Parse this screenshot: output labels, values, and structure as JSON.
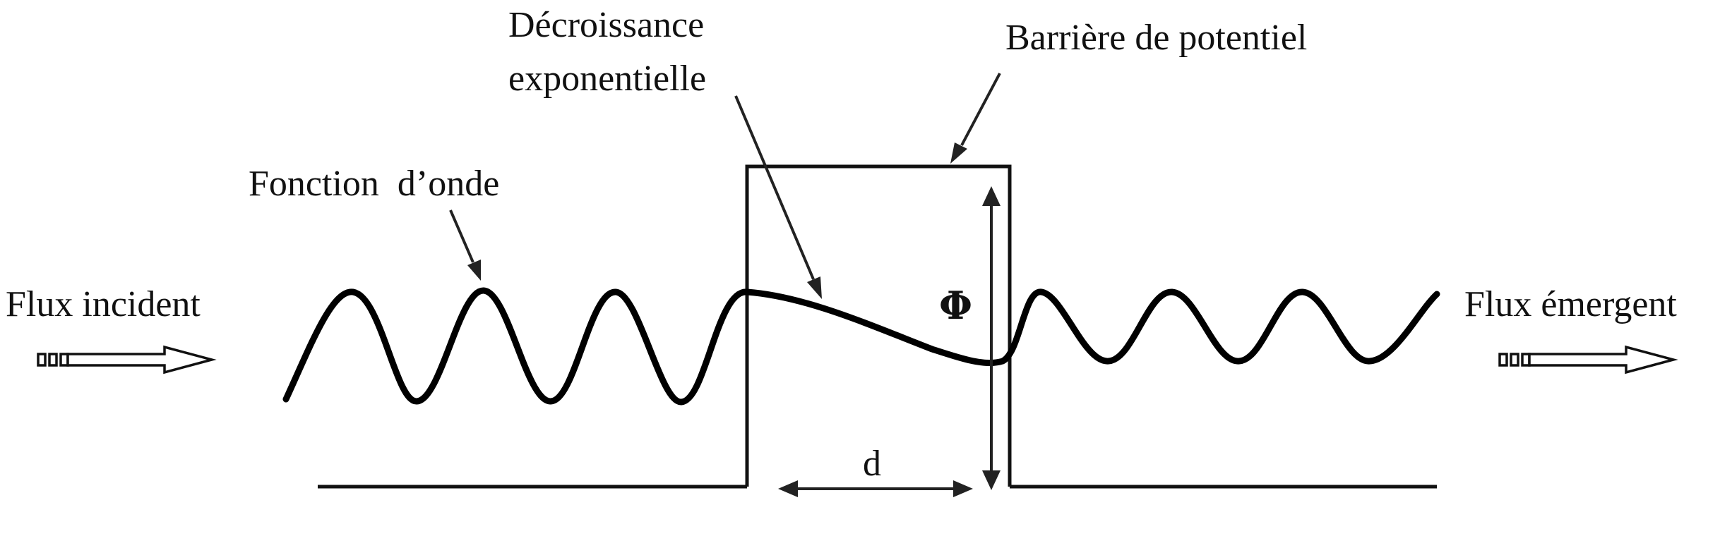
{
  "diagram": {
    "labels": {
      "incident_flux": "Flux incident",
      "emergent_flux": "Flux émergent",
      "wave_function": "Fonction  d’onde",
      "decay_line1": "Décroissance",
      "decay_line2": "exponentielle",
      "barrier": "Barrière de potentiel",
      "barrier_height": "Φ",
      "barrier_width": "d"
    }
  }
}
